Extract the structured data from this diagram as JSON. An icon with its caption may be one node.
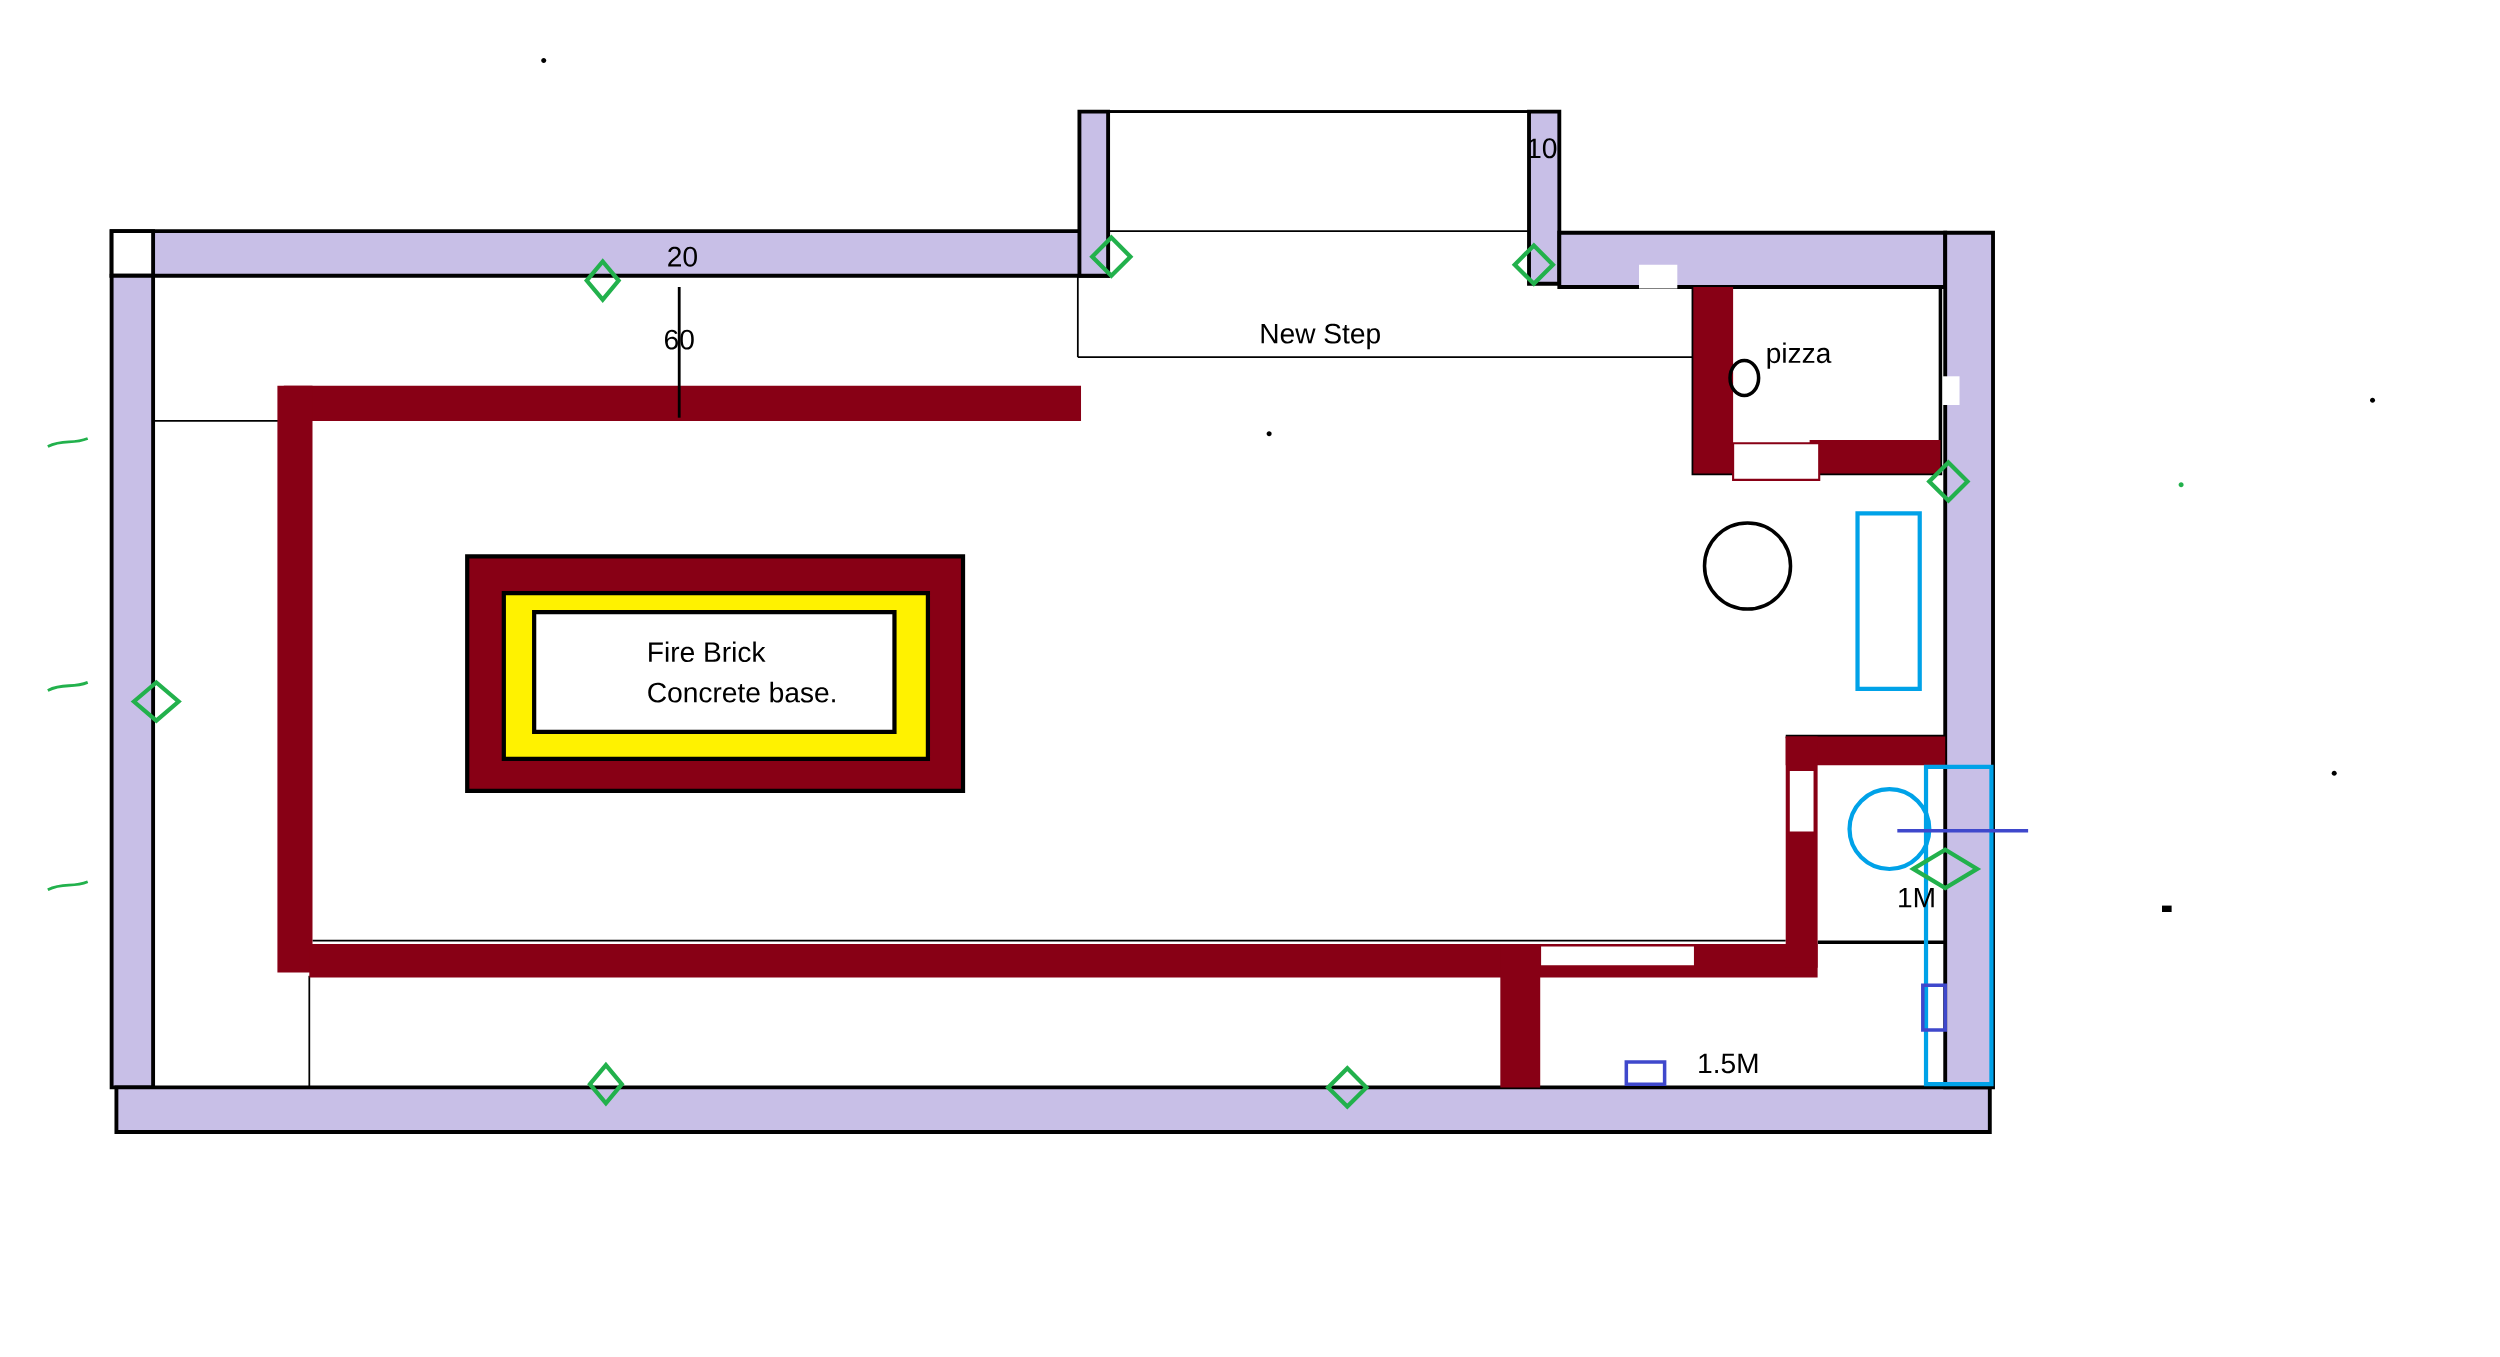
{
  "diagram": {
    "nodes": [
      {
        "text": [
          "Fire Brick Concrete base."
        ]
      }
    ],
    "labels": [
      "20",
      "60",
      "10",
      "New Step",
      "pizza",
      "1M",
      "1.5M"
    ]
  }
}
